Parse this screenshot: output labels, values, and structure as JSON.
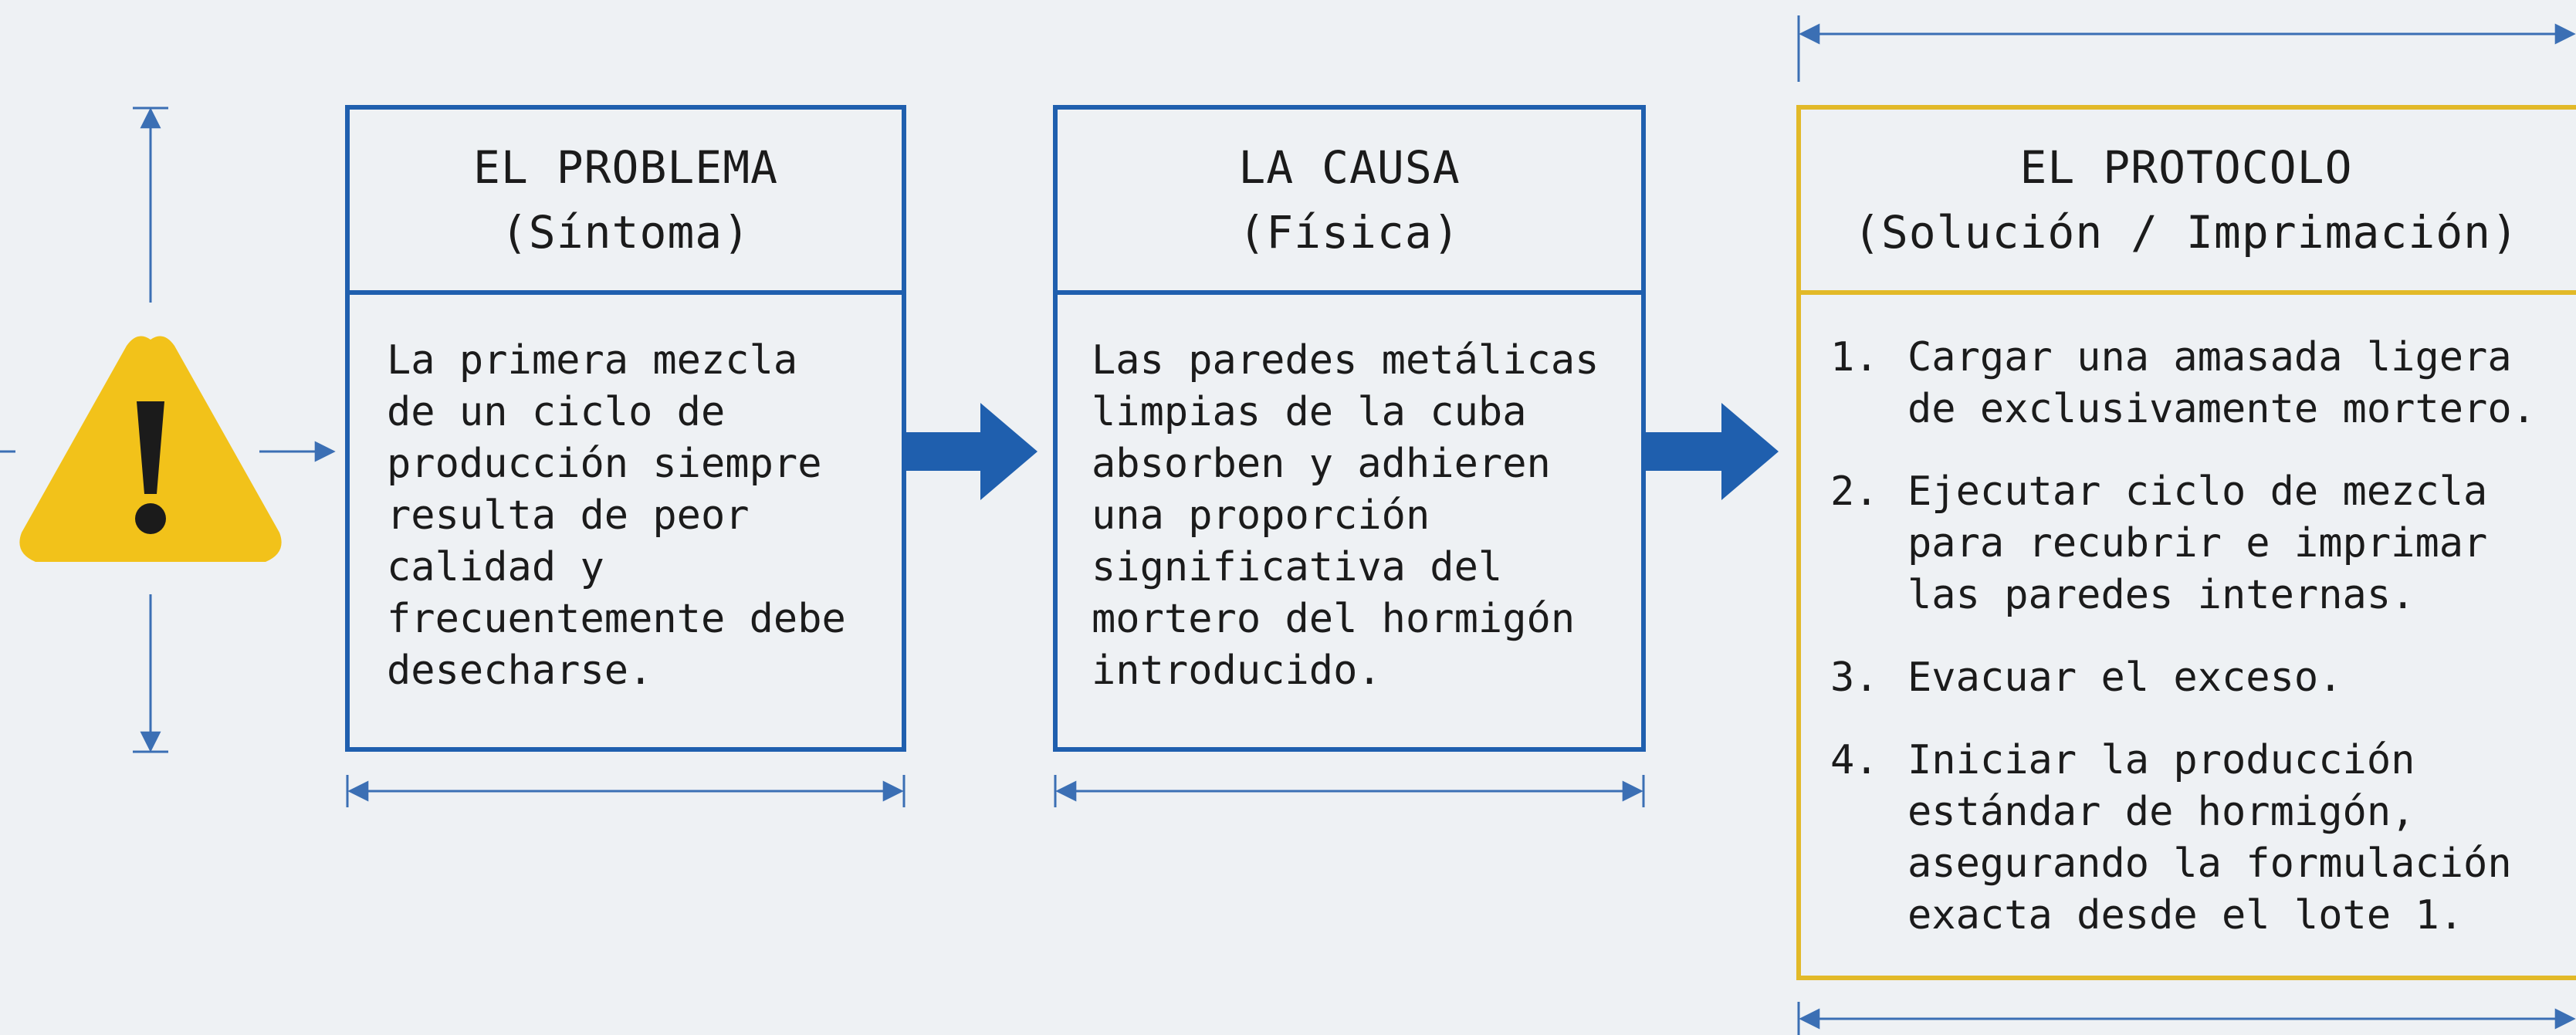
{
  "colors": {
    "box_border": "#1f5fae",
    "arrow": "#1f5fae",
    "dimension_line": "#3b6fb4",
    "protocol_border": "#e2b928",
    "warning_fill": "#f2c21a",
    "background": "#eef1f4"
  },
  "icons": {
    "warning": "warning-triangle-icon",
    "flow_arrow": "arrow-right-icon"
  },
  "problem": {
    "title": "EL PROBLEMA",
    "subtitle": "(Síntoma)",
    "lines": [
      "La primera mezcla",
      "de un ciclo de",
      "producción siempre",
      "resulta de peor",
      "calidad y",
      "frecuentemente debe",
      "desecharse."
    ]
  },
  "cause": {
    "title": "LA CAUSA",
    "subtitle": "(Física)",
    "lines": [
      "Las paredes metálicas",
      "limpias de la cuba",
      "absorben y adhieren",
      "una proporción",
      "significativa del",
      "mortero del hormigón",
      "introducido."
    ]
  },
  "protocol": {
    "title": "EL PROTOCOLO",
    "subtitle": "(Solución / Imprimación)",
    "steps": [
      {
        "num": "1.",
        "lines": [
          "Cargar una amasada ligera",
          "de exclusivamente mortero."
        ]
      },
      {
        "num": "2.",
        "lines": [
          "Ejecutar ciclo de mezcla",
          "para recubrir e imprimar",
          "las paredes internas."
        ]
      },
      {
        "num": "3.",
        "lines": [
          "Evacuar el exceso."
        ]
      },
      {
        "num": "4.",
        "lines": [
          "Iniciar la producción",
          "estándar de hormigón,",
          "asegurando la formulación",
          "exacta desde el lote 1."
        ]
      }
    ]
  }
}
